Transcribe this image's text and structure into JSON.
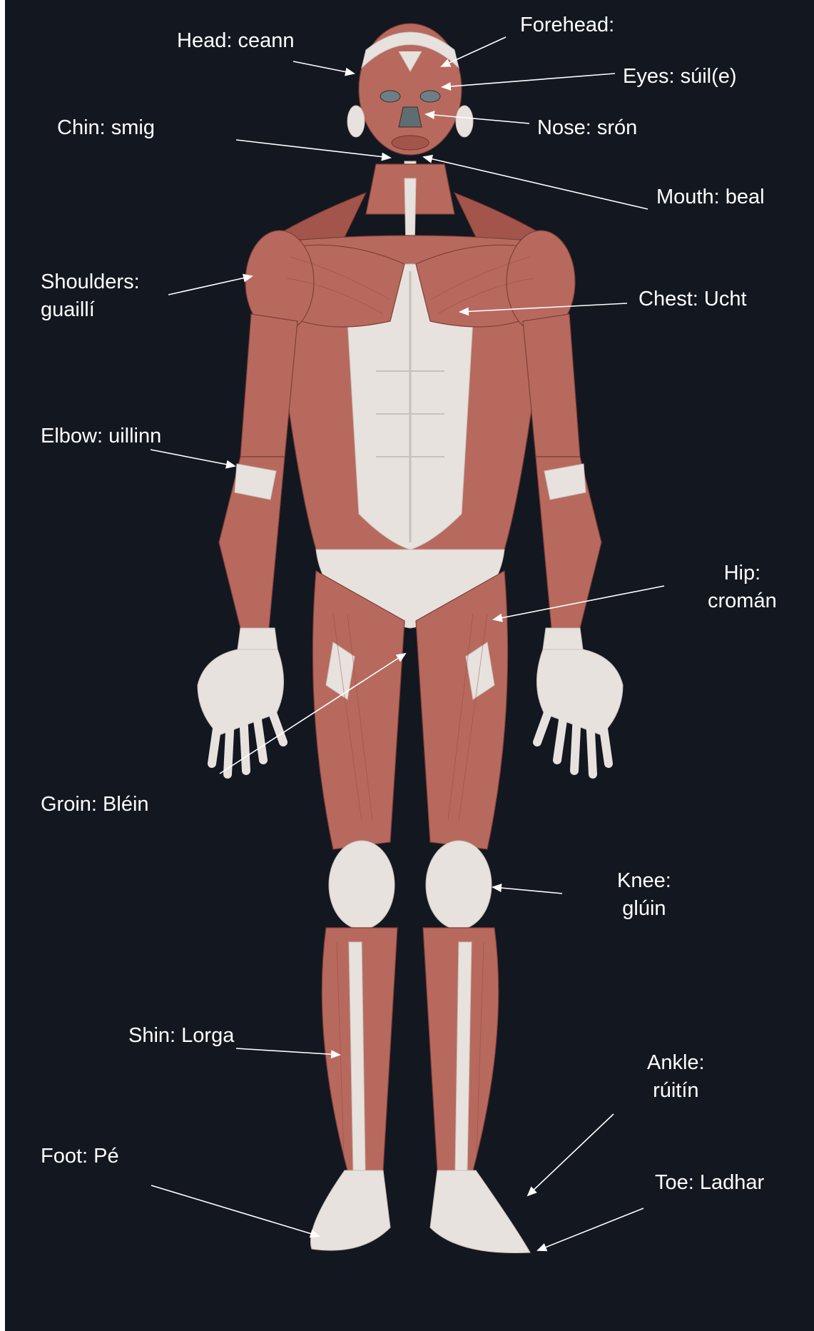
{
  "labels": {
    "head": "Head: ceann",
    "forehead": "Forehead:",
    "eyes": "Eyes: súil(e)",
    "nose": "Nose: srón",
    "chin": "Chin: smig",
    "mouth": "Mouth: beal",
    "shoulders": [
      "Shoulders:",
      "guaillí"
    ],
    "chest": "Chest: Ucht",
    "elbow": "Elbow: uillinn",
    "hip": [
      "Hip:",
      "cromán"
    ],
    "groin": "Groin: Bléin",
    "knee": [
      "Knee:",
      "glúin"
    ],
    "shin": "Shin: Lorga",
    "ankle": [
      "Ankle:",
      "rúitín"
    ],
    "foot": "Foot: Pé",
    "toe": "Toe: Ladhar"
  },
  "colors": {
    "background": "#131720",
    "label_text": "#ffffff",
    "arrow": "#ffffff",
    "muscle": "#b8695e",
    "tendon": "#e8e2de"
  }
}
